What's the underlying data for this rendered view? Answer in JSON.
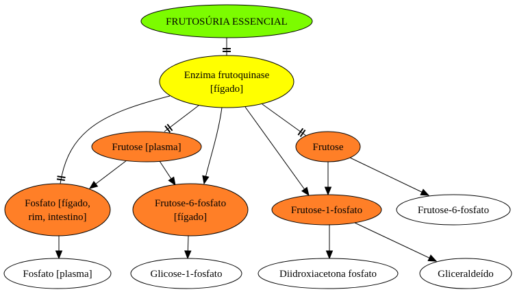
{
  "diagram": {
    "colors": {
      "root": "#7cfc00",
      "enzyme": "#ffff00",
      "metabolite": "#ff7f27",
      "product": "#ffffff",
      "stroke": "#000000"
    },
    "nodes": {
      "root": {
        "lines": [
          "FRUTOSÚRIA ESSENCIAL"
        ],
        "fill": "root"
      },
      "enzyme": {
        "lines": [
          "Enzima frutoquinase",
          "[fígado]"
        ],
        "fill": "enzyme"
      },
      "frutose_plasma": {
        "lines": [
          "Frutose [plasma]"
        ],
        "fill": "metabolite"
      },
      "frutose": {
        "lines": [
          "Frutose"
        ],
        "fill": "metabolite"
      },
      "fosfato_figado": {
        "lines": [
          "Fosfato [fígado,",
          "rim, intestino]"
        ],
        "fill": "metabolite"
      },
      "f6p_figado": {
        "lines": [
          "Frutose-6-fosfato",
          "[fígado]"
        ],
        "fill": "metabolite"
      },
      "f1p": {
        "lines": [
          "Frutose-1-fosfato"
        ],
        "fill": "metabolite"
      },
      "f6p": {
        "lines": [
          "Frutose-6-fosfato"
        ],
        "fill": "product"
      },
      "fosfato_plasma": {
        "lines": [
          "Fosfato [plasma]"
        ],
        "fill": "product"
      },
      "glicose_1p": {
        "lines": [
          "Glicose-1-fosfato"
        ],
        "fill": "product"
      },
      "dhap": {
        "lines": [
          "Diidroxiacetona fosfato"
        ],
        "fill": "product"
      },
      "gliceraldeido": {
        "lines": [
          "Gliceraldeído"
        ],
        "fill": "product"
      }
    },
    "edges": [
      {
        "from": "root",
        "to": "enzyme",
        "type": "tee"
      },
      {
        "from": "enzyme",
        "to": "fosfato_figado",
        "type": "tee"
      },
      {
        "from": "enzyme",
        "to": "frutose_plasma",
        "type": "tee"
      },
      {
        "from": "enzyme",
        "to": "f6p_figado",
        "type": "arrow"
      },
      {
        "from": "enzyme",
        "to": "f1p",
        "type": "arrow"
      },
      {
        "from": "enzyme",
        "to": "frutose",
        "type": "tee"
      },
      {
        "from": "frutose_plasma",
        "to": "fosfato_figado",
        "type": "arrow"
      },
      {
        "from": "frutose_plasma",
        "to": "f6p_figado",
        "type": "arrow"
      },
      {
        "from": "frutose",
        "to": "f1p",
        "type": "arrow"
      },
      {
        "from": "frutose",
        "to": "f6p",
        "type": "arrow"
      },
      {
        "from": "fosfato_figado",
        "to": "fosfato_plasma",
        "type": "arrow"
      },
      {
        "from": "f6p_figado",
        "to": "glicose_1p",
        "type": "arrow"
      },
      {
        "from": "f1p",
        "to": "dhap",
        "type": "arrow"
      },
      {
        "from": "f1p",
        "to": "gliceraldeido",
        "type": "arrow"
      }
    ]
  }
}
